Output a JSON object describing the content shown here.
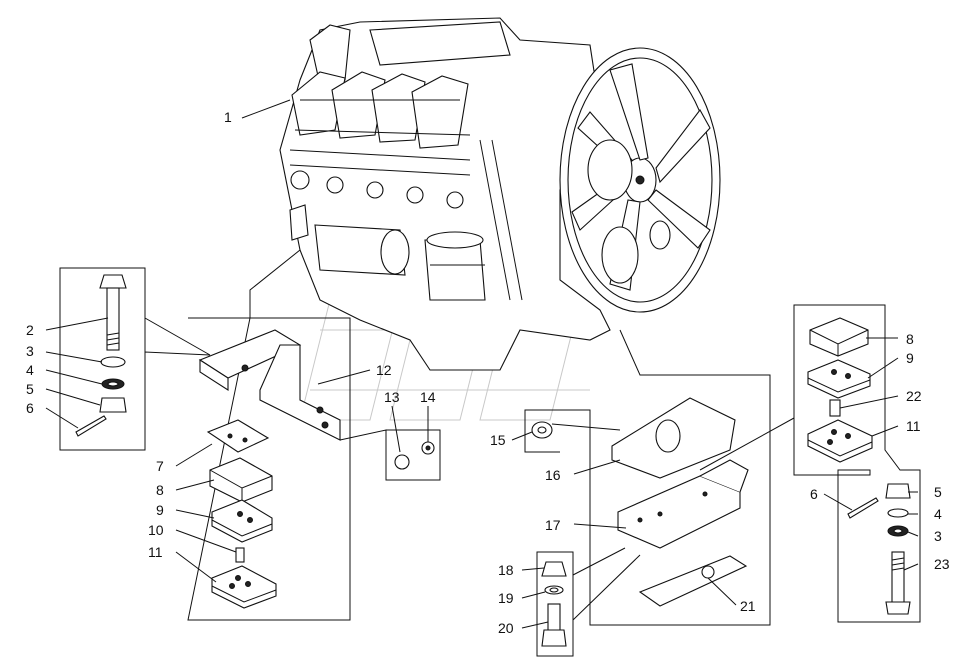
{
  "callouts": [
    "1",
    "2",
    "3",
    "4",
    "5",
    "6",
    "7",
    "8",
    "9",
    "10",
    "11",
    "12",
    "13",
    "14",
    "15",
    "16",
    "17",
    "18",
    "19",
    "20",
    "21",
    "22",
    "23"
  ],
  "right_stack": [
    "8",
    "9",
    "22",
    "11",
    "5",
    "4",
    "3",
    "6",
    "23"
  ]
}
